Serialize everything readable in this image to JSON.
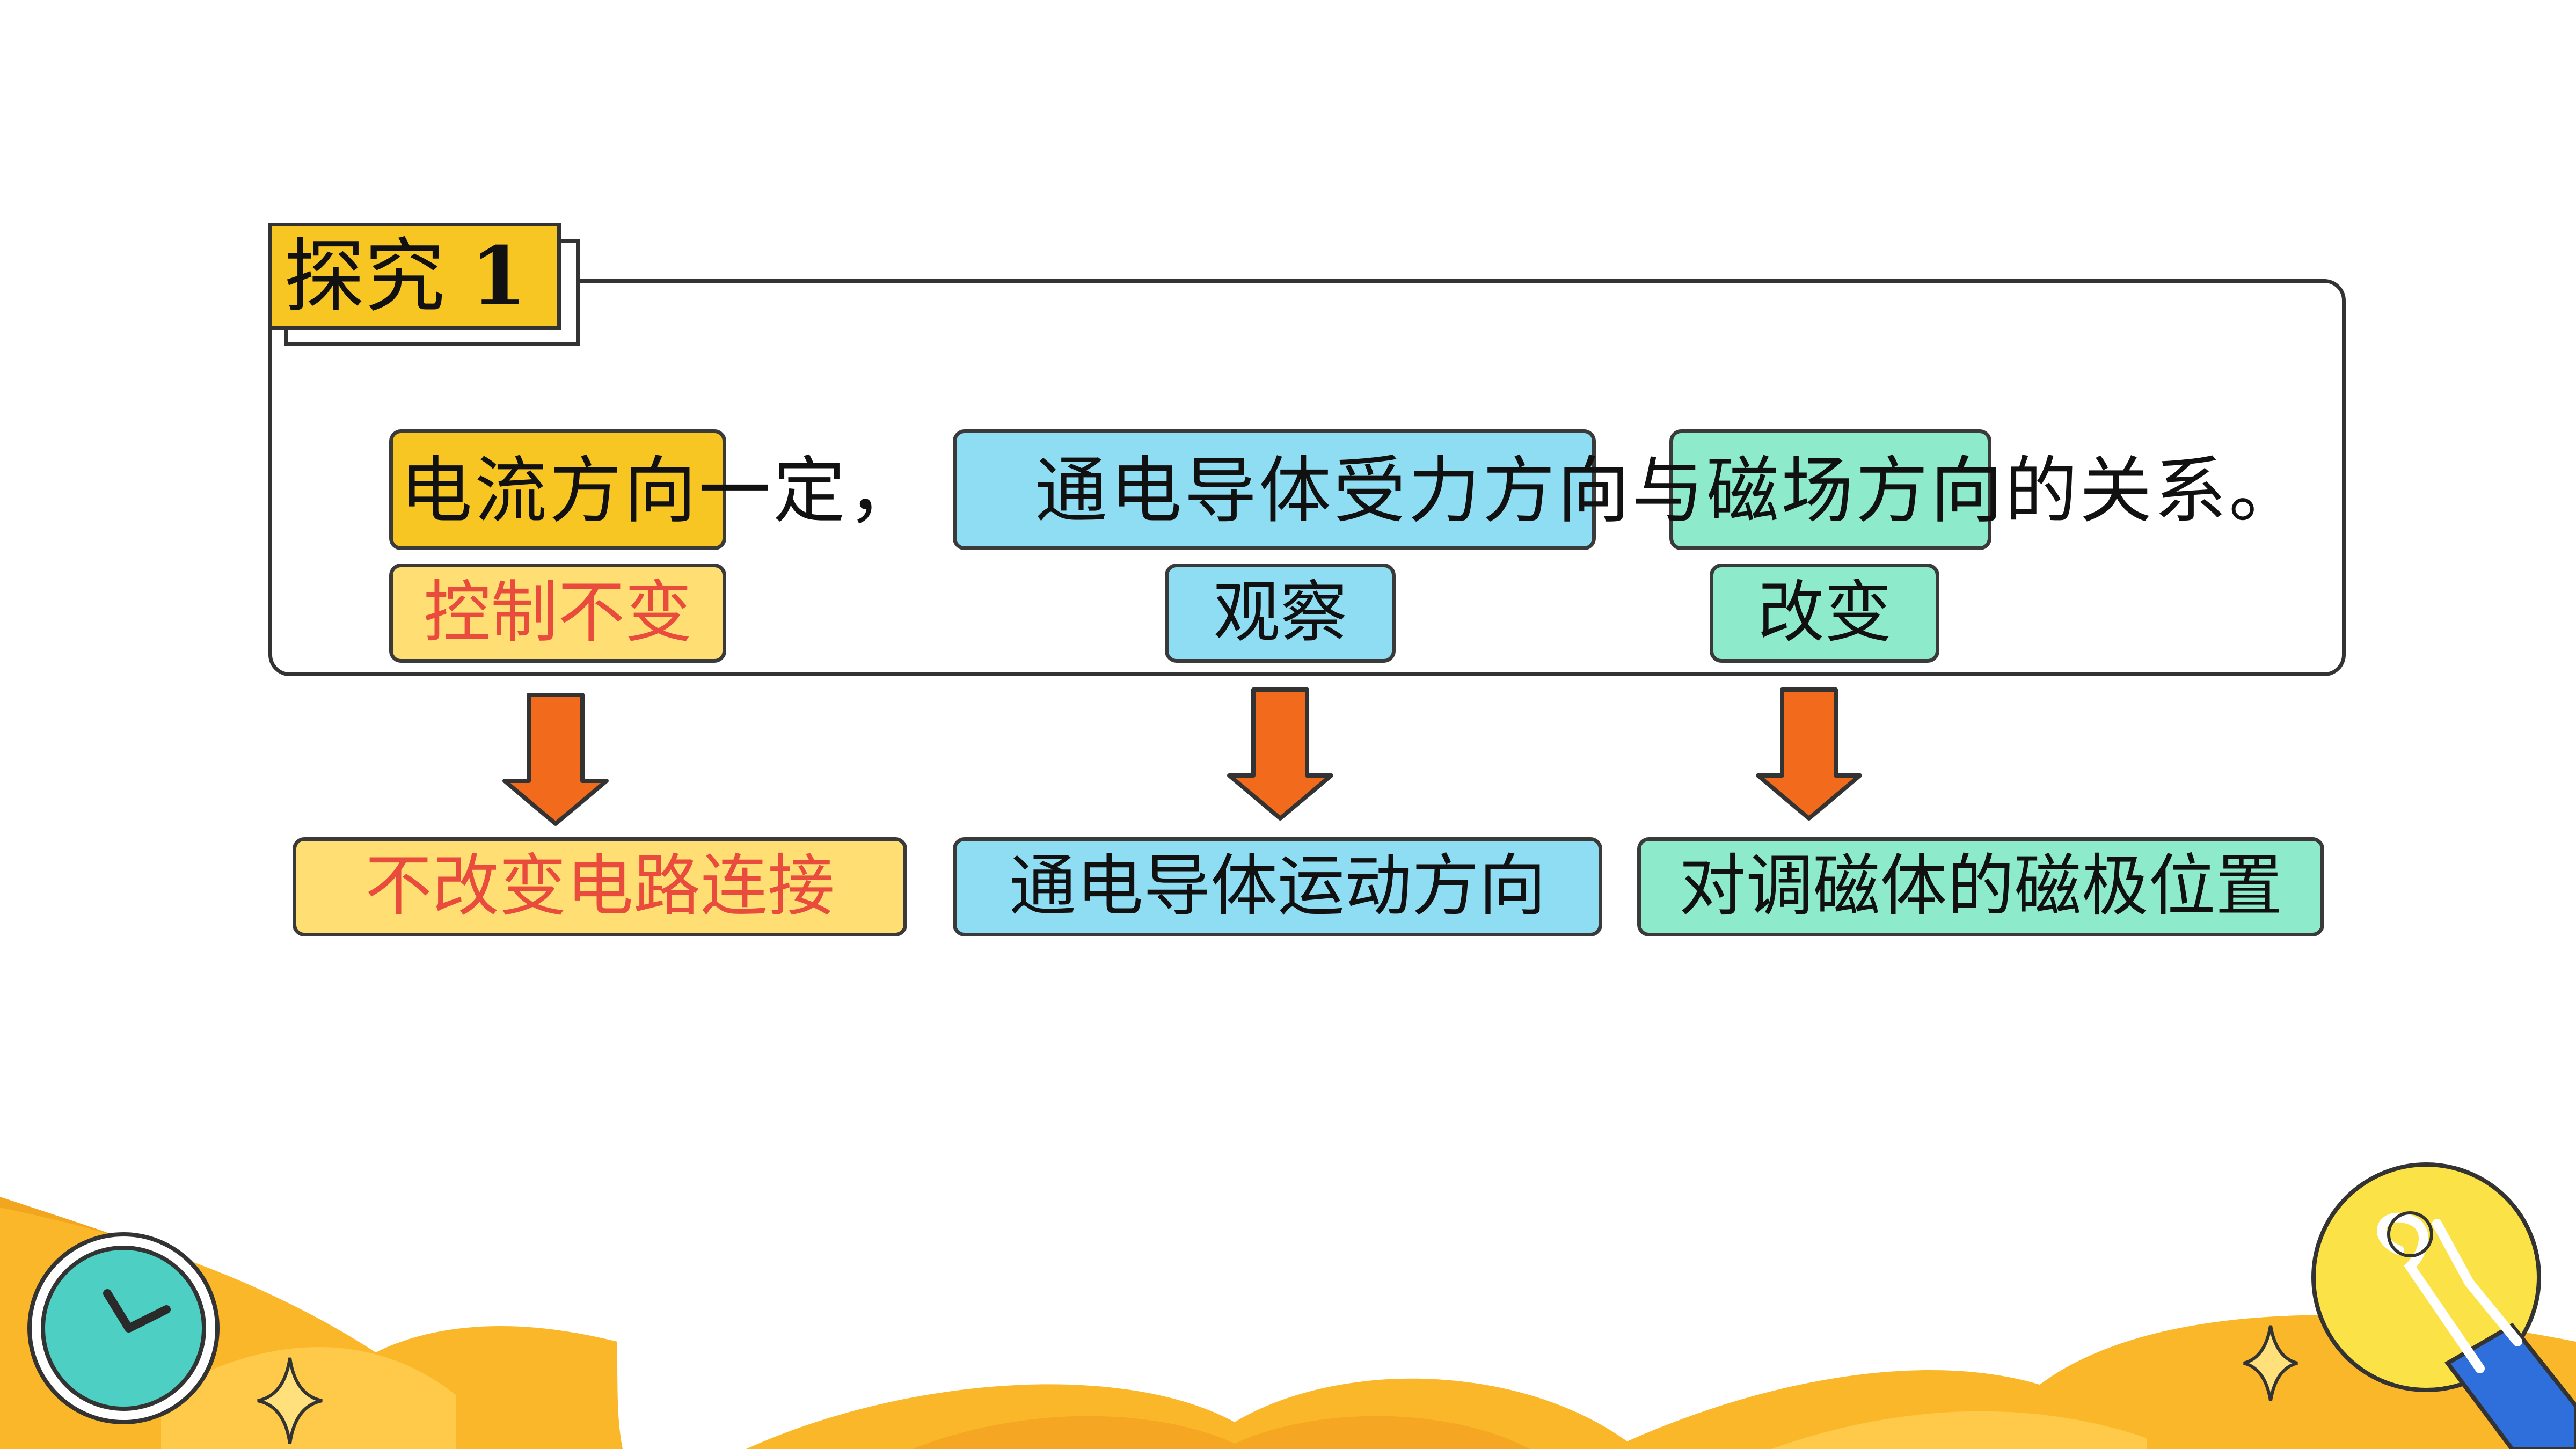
{
  "section_tag": {
    "word": "探究",
    "number": "1"
  },
  "sentence": {
    "part1": "电流方向",
    "part2": "一定，",
    "part3": "通电导体受力方向",
    "part4": "与",
    "part5": "磁场方向",
    "part6": "的关系。"
  },
  "labels": {
    "control": "控制不变",
    "observe": "观察",
    "change": "改变"
  },
  "results": {
    "left": "不改变电路连接",
    "middle": "通电导体运动方向",
    "right": "对调磁体的磁极位置"
  },
  "colors": {
    "yellow": "#F7C623",
    "light_yellow": "#FFDF74",
    "blue": "#8FDDF3",
    "green": "#8DEBCB",
    "arrow": "#F26B1D",
    "red_text": "#E94B3C",
    "background_wave": "#FBB72A"
  },
  "icons": [
    "clock-icon",
    "lightbulb-icon",
    "sparkle-icon"
  ]
}
